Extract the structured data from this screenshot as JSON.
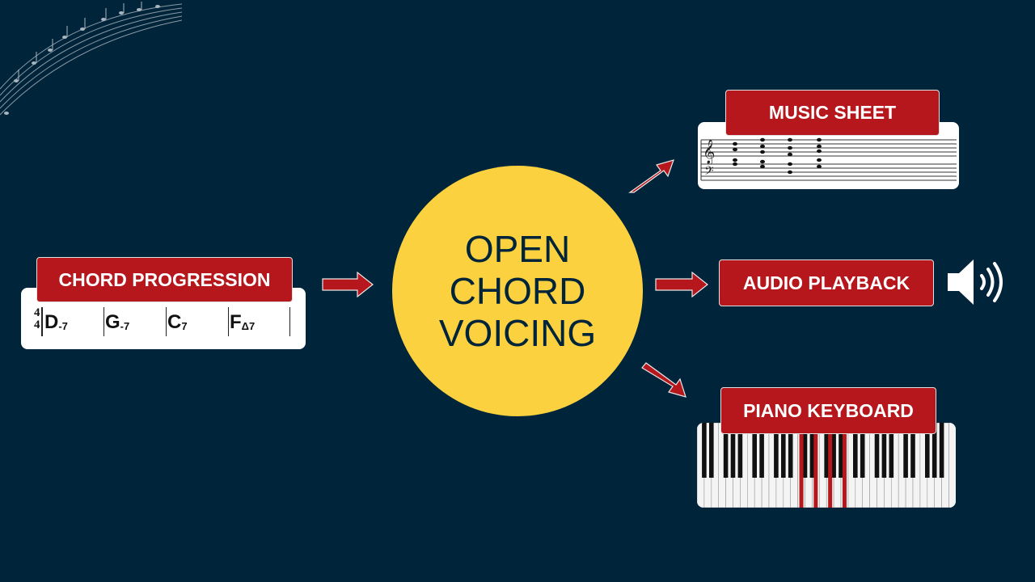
{
  "center": {
    "line1": "OPEN",
    "line2": "CHORD",
    "line3": "VOICING"
  },
  "chord_progression": {
    "label": "CHORD PROGRESSION",
    "time_signature": {
      "top": "4",
      "bottom": "4"
    },
    "chords": [
      {
        "root": "D",
        "quality": "-7"
      },
      {
        "root": "G",
        "quality": "-7"
      },
      {
        "root": "C",
        "quality": "7"
      },
      {
        "root": "F",
        "quality": "Δ7"
      }
    ]
  },
  "outputs": {
    "music_sheet": {
      "label": "MUSIC SHEET"
    },
    "audio_playback": {
      "label": "AUDIO PLAYBACK",
      "icon": "speaker-icon"
    },
    "piano_keyboard": {
      "label": "PIANO KEYBOARD"
    }
  },
  "colors": {
    "background": "#00243a",
    "accent_red": "#b5171c",
    "circle_yellow": "#fcd140",
    "text_white": "#ffffff"
  }
}
